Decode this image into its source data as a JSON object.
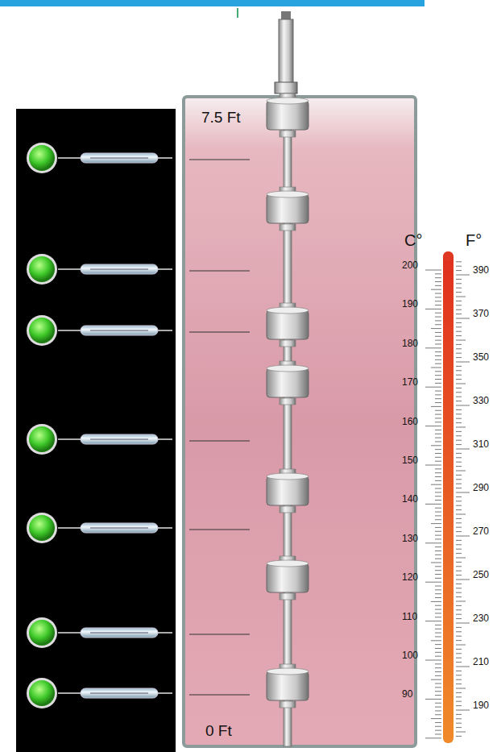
{
  "diagram": {
    "labels": [
      "7.5 Ft",
      "0 Ft",
      "C°",
      "F°",
      "200",
      "190",
      "180",
      "170",
      "160",
      "150",
      "140",
      "130",
      "120",
      "110",
      "100",
      "90",
      "390",
      "370",
      "350",
      "330",
      "310",
      "290",
      "270",
      "250",
      "230",
      "210",
      "190"
    ]
  }
}
